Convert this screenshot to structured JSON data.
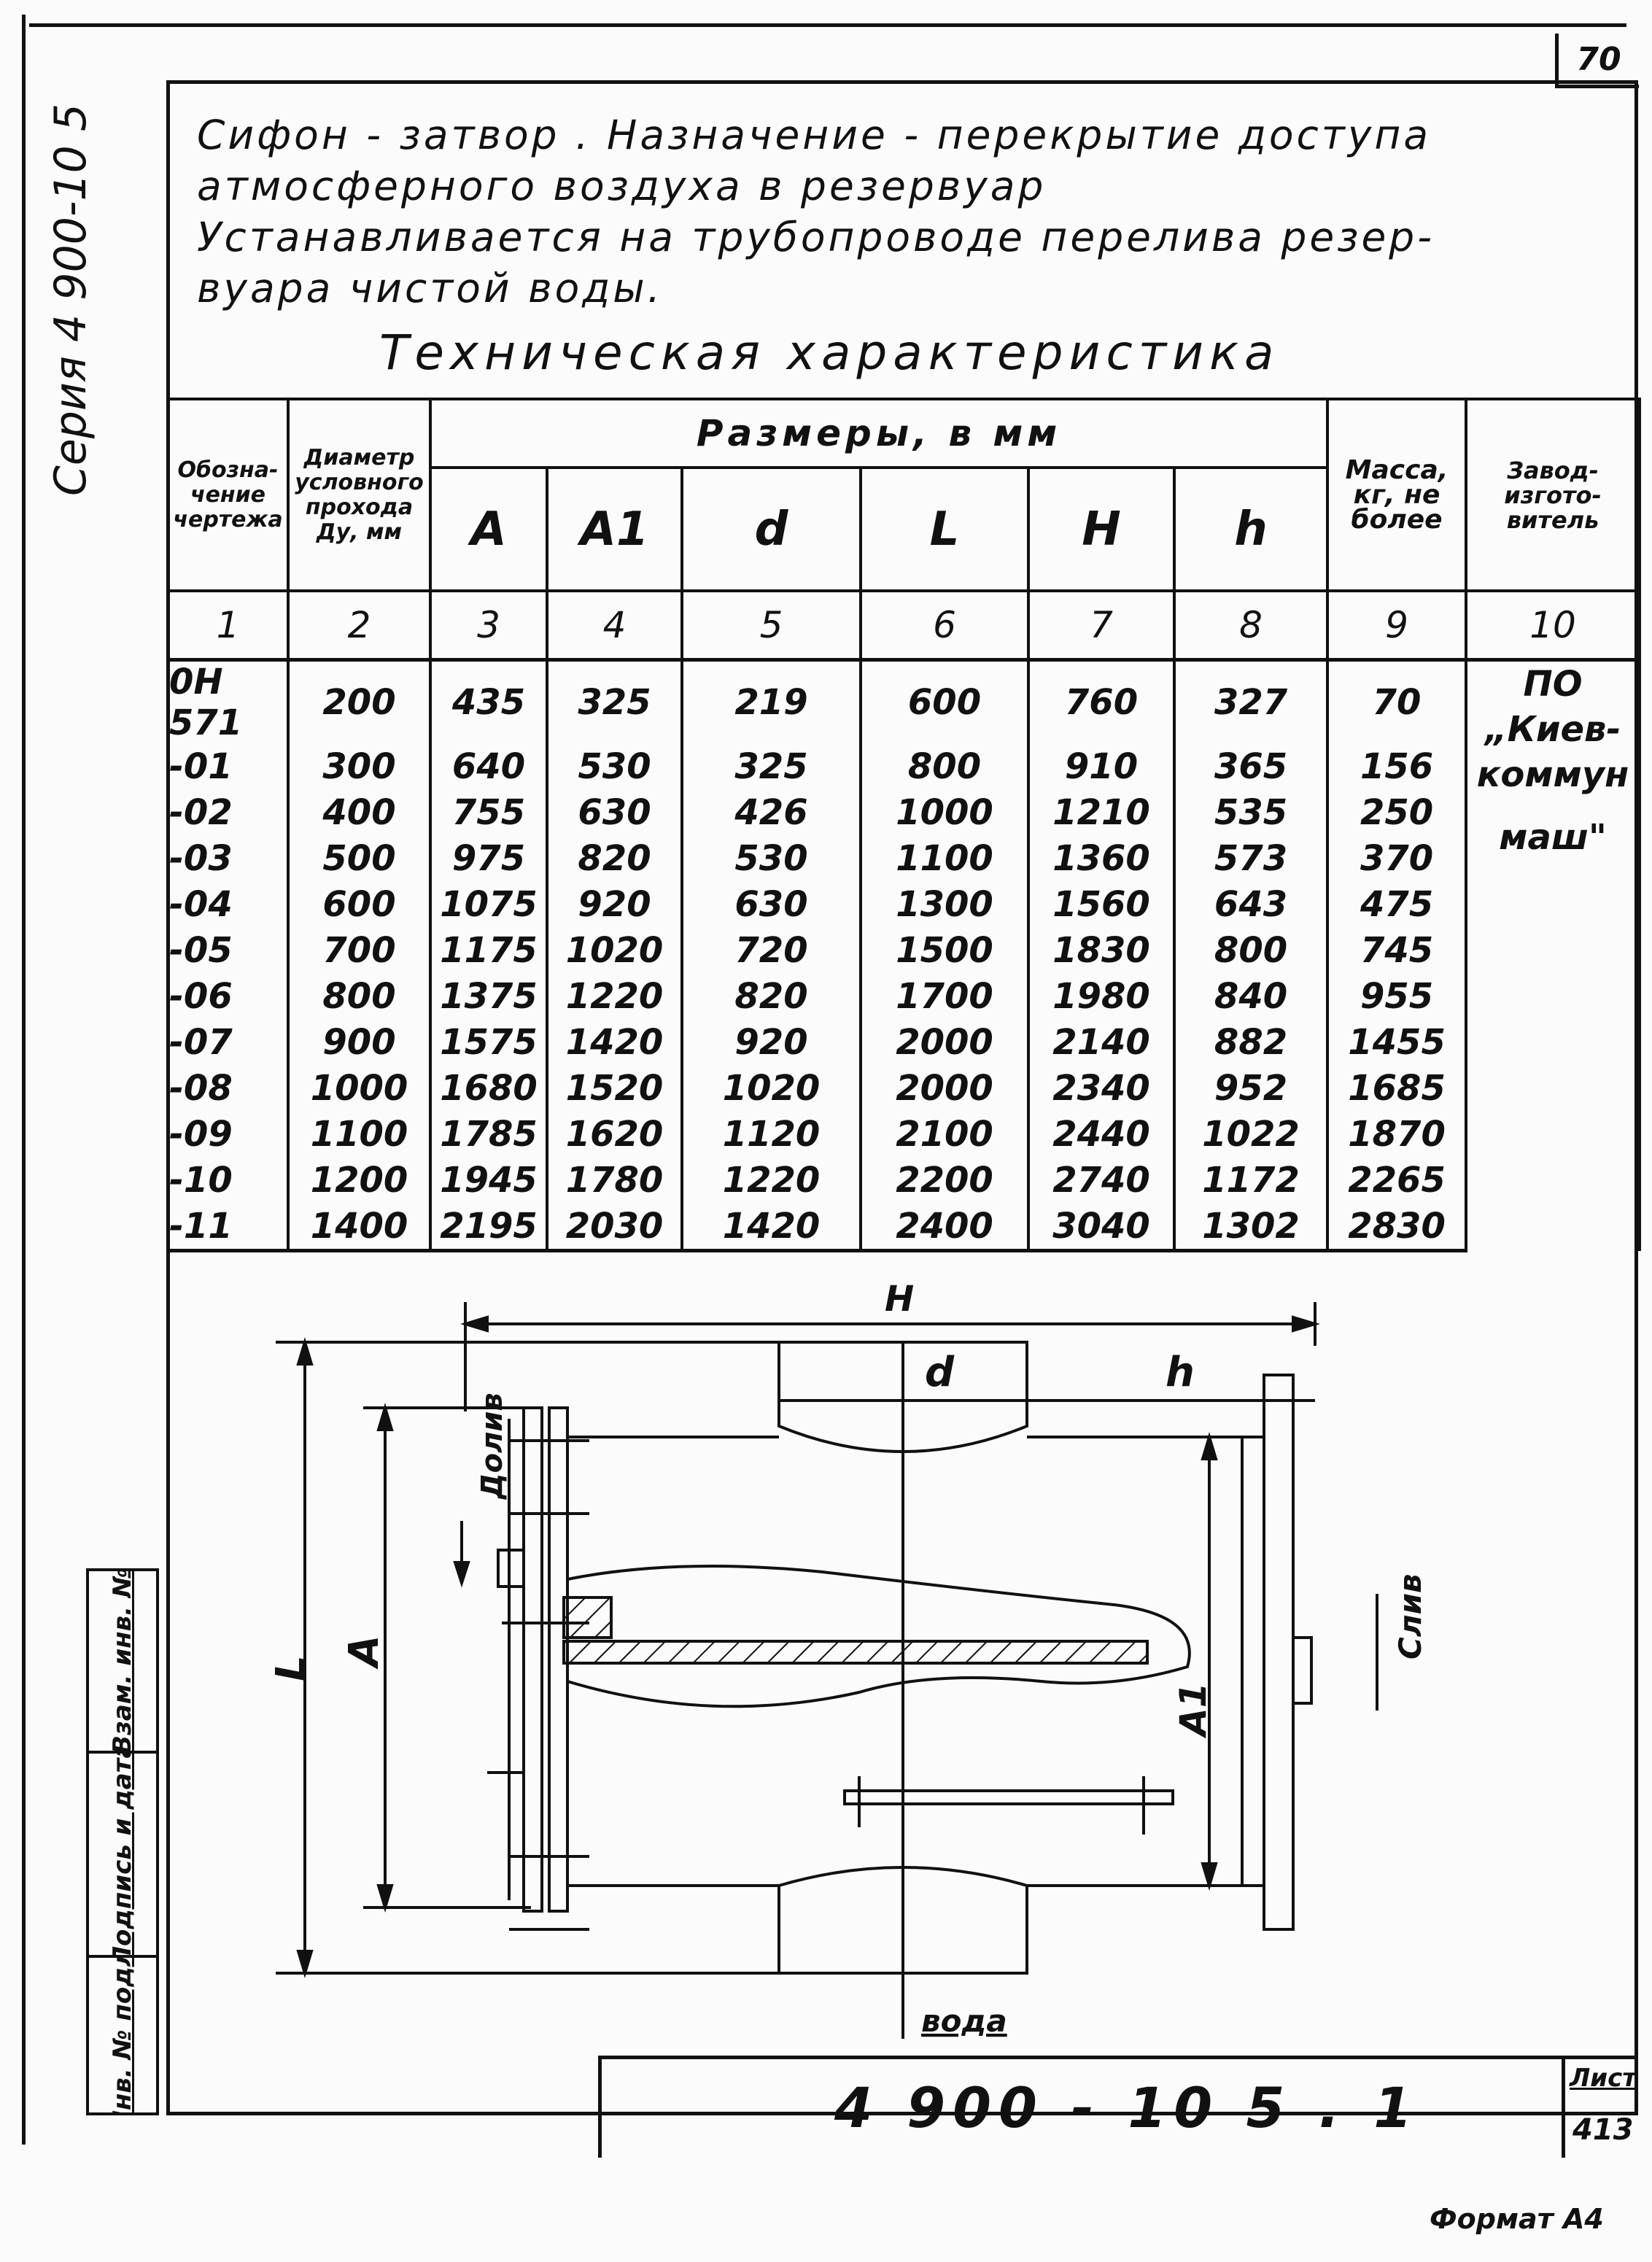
{
  "page_number": "70",
  "series": "Серия 4 900-10 5",
  "description": [
    "Сифон - затвор . Назначение - перекрытие доступа",
    "атмосферного воздуха в резервуар",
    "Устанавливается на трубопроводе перелива резер-",
    "вуара чистой воды."
  ],
  "table_title": "Техническая характеристика",
  "table": {
    "h_designation": "Обозна- чение чертежа",
    "h_diameter": "Диаметр условного прохода Ду, мм",
    "h_dimensions": "Размеры, в мм",
    "h_mass": "Масса, кг, не более",
    "h_manufacturer": "Завод- изгото- витель",
    "dim_symbols": [
      "А",
      "А1",
      "d",
      "L",
      "Н",
      "h"
    ],
    "column_numbers": [
      "1",
      "2",
      "3",
      "4",
      "5",
      "6",
      "7",
      "8",
      "9",
      "10"
    ],
    "rows": [
      [
        "0Н 571",
        "200",
        "435",
        "325",
        "219",
        "600",
        "760",
        "327",
        "70"
      ],
      [
        "-01",
        "300",
        "640",
        "530",
        "325",
        "800",
        "910",
        "365",
        "156"
      ],
      [
        "-02",
        "400",
        "755",
        "630",
        "426",
        "1000",
        "1210",
        "535",
        "250"
      ],
      [
        "-03",
        "500",
        "975",
        "820",
        "530",
        "1100",
        "1360",
        "573",
        "370"
      ],
      [
        "-04",
        "600",
        "1075",
        "920",
        "630",
        "1300",
        "1560",
        "643",
        "475"
      ],
      [
        "-05",
        "700",
        "1175",
        "1020",
        "720",
        "1500",
        "1830",
        "800",
        "745"
      ],
      [
        "-06",
        "800",
        "1375",
        "1220",
        "820",
        "1700",
        "1980",
        "840",
        "955"
      ],
      [
        "-07",
        "900",
        "1575",
        "1420",
        "920",
        "2000",
        "2140",
        "882",
        "1455"
      ],
      [
        "-08",
        "1000",
        "1680",
        "1520",
        "1020",
        "2000",
        "2340",
        "952",
        "1685"
      ],
      [
        "-09",
        "1100",
        "1785",
        "1620",
        "1120",
        "2100",
        "2440",
        "1022",
        "1870"
      ],
      [
        "-10",
        "1200",
        "1945",
        "1780",
        "1220",
        "2200",
        "2740",
        "1172",
        "2265"
      ],
      [
        "-11",
        "1400",
        "2195",
        "2030",
        "1420",
        "2400",
        "3040",
        "1302",
        "2830"
      ]
    ],
    "manufacturer": [
      "ПО",
      "„Киев-",
      "коммун",
      "маш\""
    ]
  },
  "drawing": {
    "label_H": "Н",
    "label_d": "d",
    "label_h": "h",
    "label_L": "L",
    "label_A": "А",
    "label_A1": "А1",
    "label_inflow": "Долив",
    "label_outflow": "Слив",
    "label_water": "вода"
  },
  "side_stamp": [
    "Инв. № подл.",
    "Подпись и дата",
    "Взам. инв. №"
  ],
  "title_block": {
    "doc_code": "4 900 - 10 5 . 1",
    "sheet_label": "Лист",
    "sheet_number": "413"
  },
  "format_label": "Формат А4"
}
